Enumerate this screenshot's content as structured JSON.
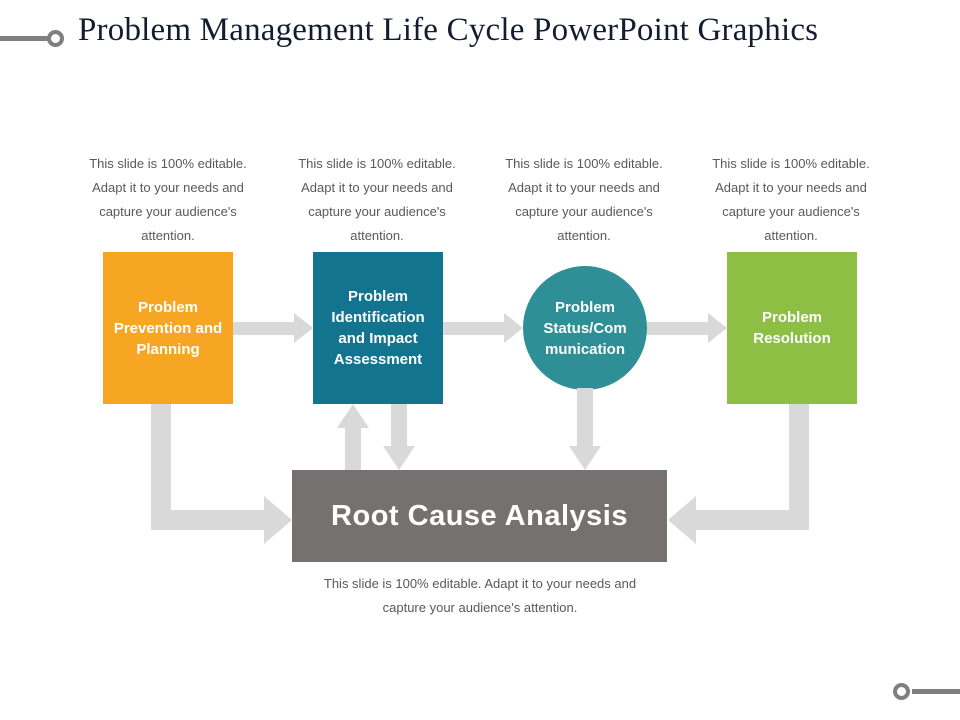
{
  "title": "Problem Management Life Cycle PowerPoint Graphics",
  "notes": [
    "This slide is 100% editable. Adapt it to your needs and capture your audience's attention.",
    "This slide is 100% editable. Adapt it to your needs and capture your audience's attention.",
    "This slide is 100% editable. Adapt it to your needs and capture your audience's attention.",
    "This slide is 100% editable. Adapt it to your needs and capture your audience's attention."
  ],
  "bottom_note": "This slide is 100% editable. Adapt it to your needs and capture your audience's attention.",
  "steps": [
    {
      "label": "Problem Prevention and Planning"
    },
    {
      "label": "Problem Identification and Impact Assessment"
    },
    {
      "label": "Problem\nStatus/Com\nmunication"
    },
    {
      "label": "Problem Resolution"
    }
  ],
  "rca_label": "Root Cause Analysis",
  "colors": {
    "step_orange": "#F6A623",
    "step_teal": "#12748E",
    "step_teal_circle": "#2E8F96",
    "step_green": "#8DBF44",
    "rca_gray": "#767171",
    "arrow": "#D9D9D9",
    "decor": "#7F7F7F",
    "title_color": "#131C30",
    "note_color": "#595959"
  }
}
